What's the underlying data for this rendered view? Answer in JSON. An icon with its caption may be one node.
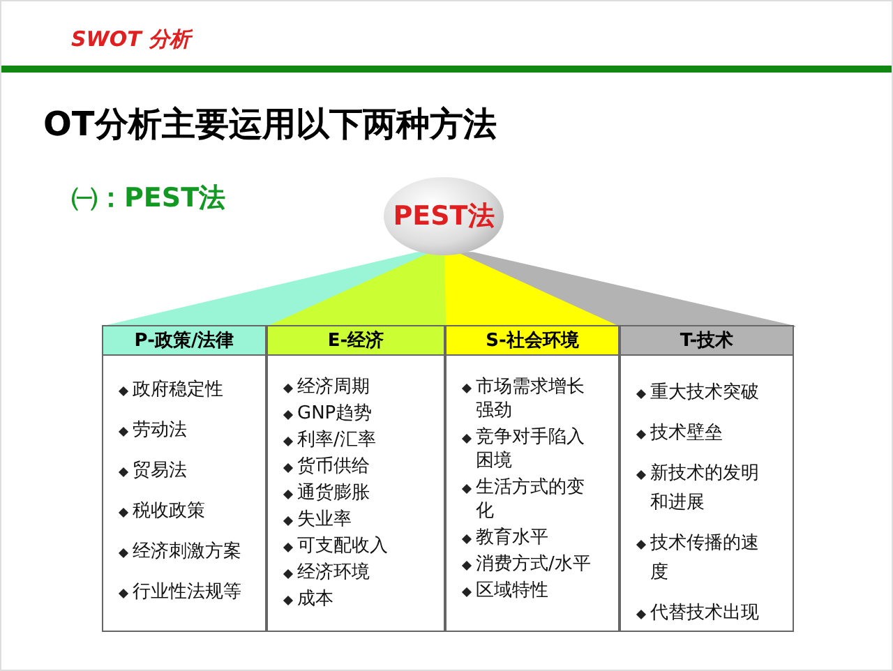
{
  "diagram": {
    "title": "OT分析主要运用以下两种方法",
    "nodes": [
      {
        "text": [
          "PEST法"
        ]
      },
      {
        "text": [
          "P-政策/法律"
        ]
      },
      {
        "text": [
          "E-经济"
        ]
      },
      {
        "text": [
          "S-社会环境"
        ]
      },
      {
        "text": [
          "T-技术"
        ]
      },
      {
        "text": [
          "政府稳定性",
          "劳动法",
          "贸易法",
          "税收政策",
          "经济刺激方案",
          "行业性法规等"
        ]
      },
      {
        "text": [
          "经济周期",
          "GNP趋势",
          "利率/汇率",
          "货币供给",
          "通货膨胀",
          "失业率",
          "可支配收入",
          "经济环境",
          "成本"
        ]
      },
      {
        "text": [
          "市场需求增长强劲",
          "竞争对手陷入困境",
          "生活方式的变化",
          "教育水平",
          "消费方式/水平",
          "区域特性"
        ]
      },
      {
        "text": [
          "重大技术突破",
          "技术壁垒",
          "新技术的发明和进展",
          "技术传播的速度",
          "代替技术出现"
        ]
      }
    ],
    "edges": [
      {
        "from": 0,
        "to": 1,
        "arrow": "none",
        "style": "thick",
        "color": "#99f5d6"
      },
      {
        "from": 0,
        "to": 2,
        "arrow": "none",
        "style": "thick",
        "color": "#ccff33"
      },
      {
        "from": 0,
        "to": 3,
        "arrow": "none",
        "style": "thick",
        "color": "#ffff00"
      },
      {
        "from": 0,
        "to": 4,
        "arrow": "none",
        "style": "thick",
        "color": "#b3b3b3"
      }
    ],
    "labels": [
      "SWOT 分析",
      "㈠：PEST法"
    ]
  }
}
